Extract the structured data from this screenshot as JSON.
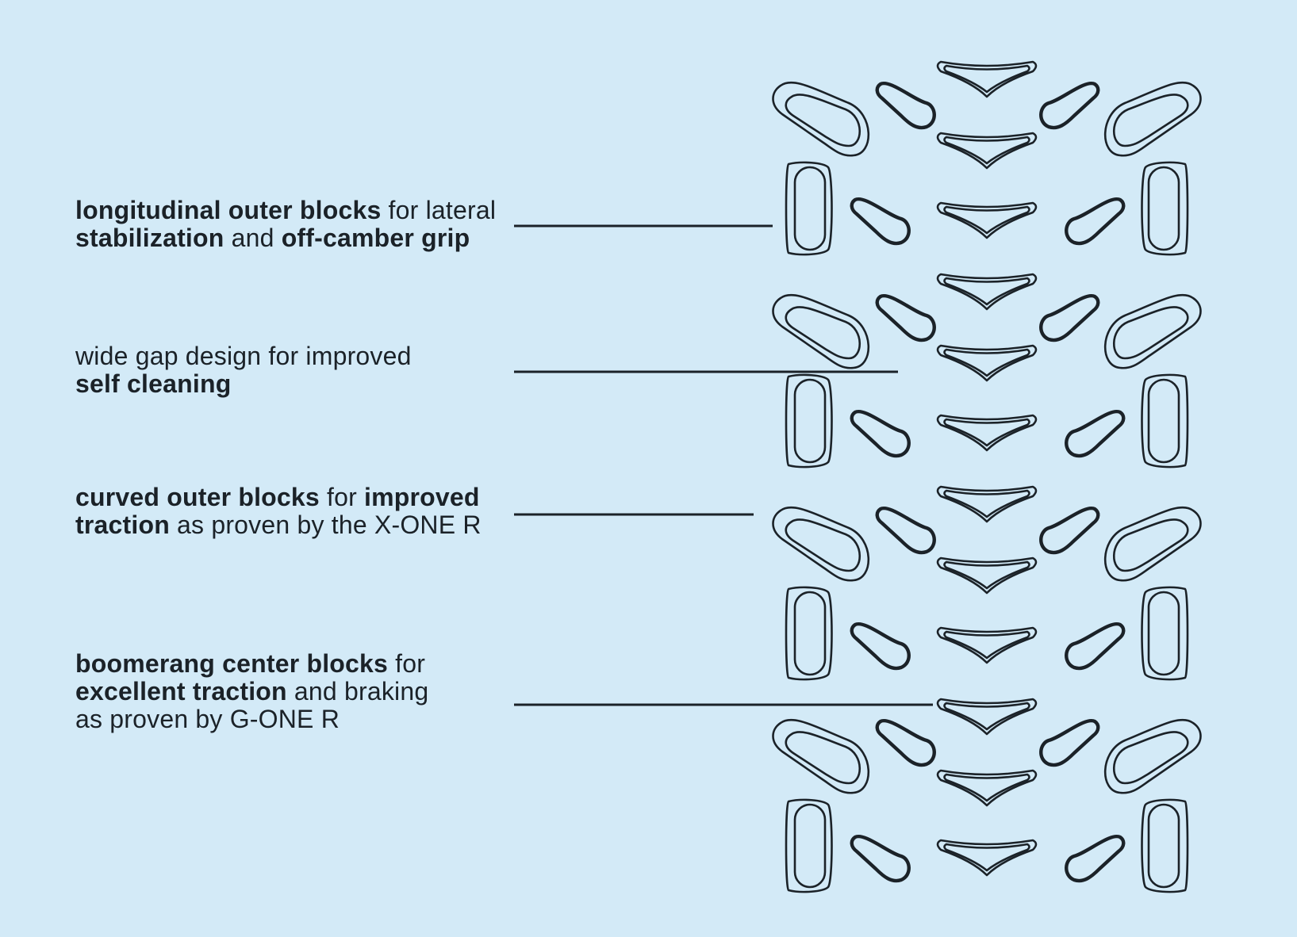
{
  "callouts": [
    {
      "name": "callout-longitudinal-outer-blocks",
      "lines": [
        [
          {
            "text": "longitudinal outer blocks",
            "bold": true
          },
          {
            "text": " for lateral",
            "bold": false
          }
        ],
        [
          {
            "text": "stabilization",
            "bold": true
          },
          {
            "text": " and ",
            "bold": false
          },
          {
            "text": "off-camber grip",
            "bold": true
          }
        ]
      ]
    },
    {
      "name": "callout-wide-gap-design",
      "lines": [
        [
          {
            "text": "wide gap design for improved",
            "bold": false
          }
        ],
        [
          {
            "text": "self cleaning",
            "bold": true
          }
        ]
      ]
    },
    {
      "name": "callout-curved-outer-blocks",
      "lines": [
        [
          {
            "text": "curved outer blocks",
            "bold": true
          },
          {
            "text": " for ",
            "bold": false
          },
          {
            "text": "improved",
            "bold": true
          }
        ],
        [
          {
            "text": "traction",
            "bold": true
          },
          {
            "text": " as proven by the X-ONE R",
            "bold": false
          }
        ]
      ]
    },
    {
      "name": "callout-boomerang-center-blocks",
      "lines": [
        [
          {
            "text": "boomerang center blocks",
            "bold": true
          },
          {
            "text": " for",
            "bold": false
          }
        ],
        [
          {
            "text": "excellent traction",
            "bold": true
          },
          {
            "text": " and braking",
            "bold": false
          }
        ],
        [
          {
            "text": "as proven by G-ONE R",
            "bold": false
          }
        ]
      ]
    }
  ],
  "colors": {
    "background": "#d3eaf7",
    "ink": "#1b2228"
  }
}
